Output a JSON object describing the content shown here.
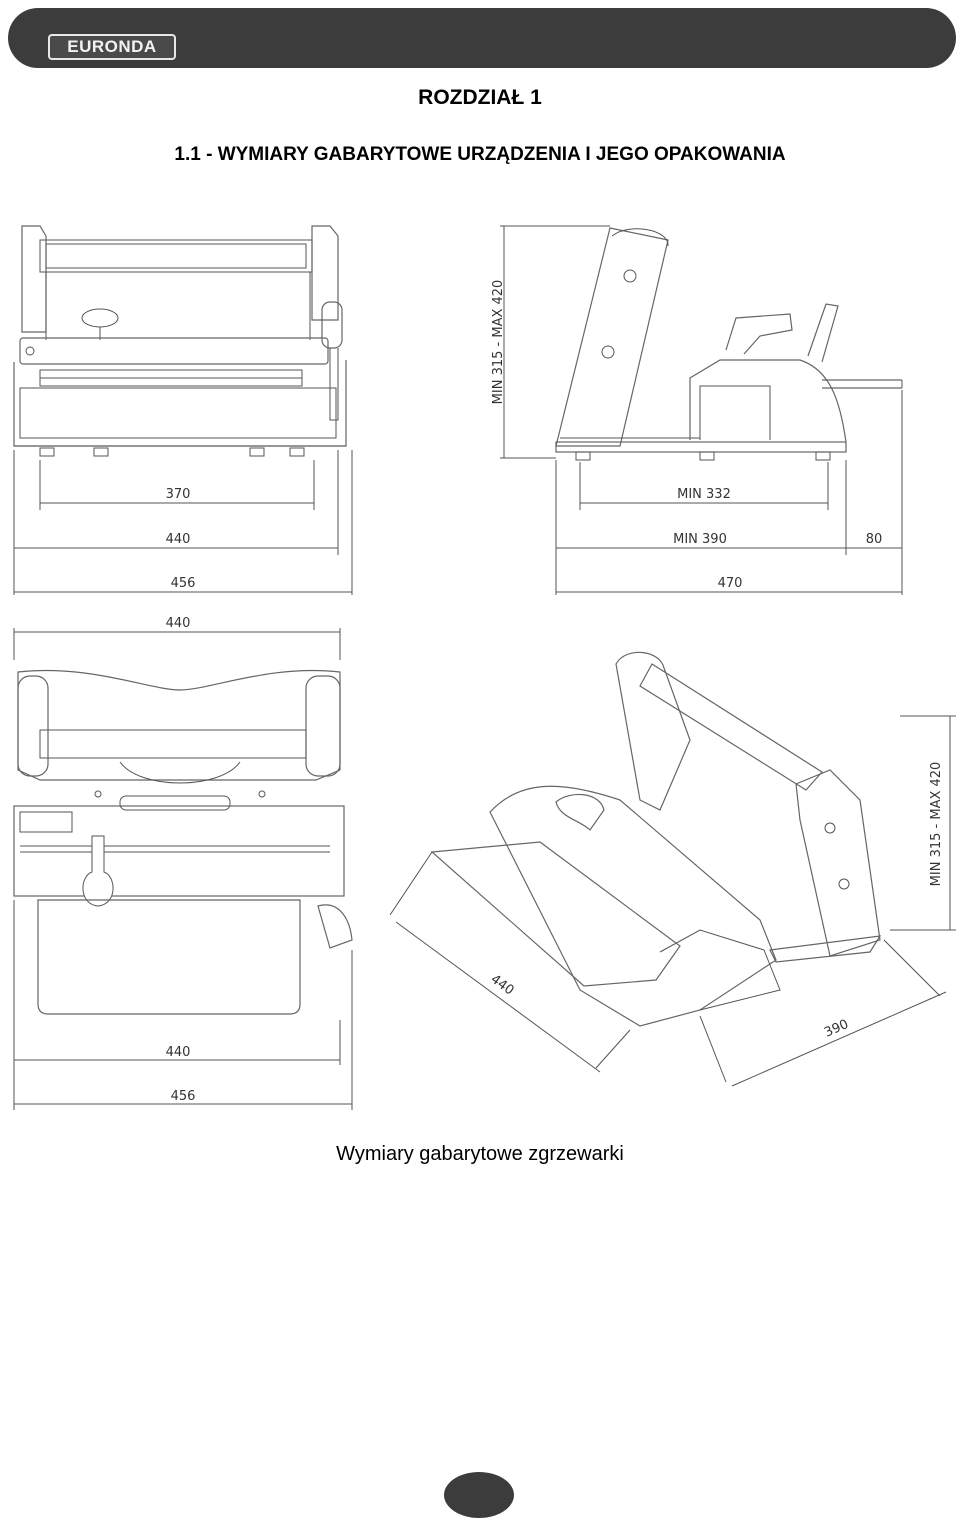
{
  "header": {
    "logo_text": "EURONDA"
  },
  "chapter_title": "ROZDZIAŁ 1",
  "section_title": "1.1 - WYMIARY GABARYTOWE URZĄDZENIA I JEGO OPAKOWANIA",
  "dimensions": {
    "front_view": {
      "d370": "370",
      "d440": "440",
      "d456": "456"
    },
    "side_view": {
      "height": "MIN 315 - MAX 420",
      "min332": "MIN 332",
      "min390": "MIN 390",
      "d80": "80",
      "d470": "470"
    },
    "top_view": {
      "top440": "440",
      "bottom440": "440",
      "d456": "456"
    },
    "iso_view": {
      "height": "MIN 315 - MAX 420",
      "d440": "440",
      "d390": "390"
    }
  },
  "caption": "Wymiary gabarytowe zgrzewarki",
  "colors": {
    "header_bg": "#3c3c3c",
    "line": "#555555"
  }
}
